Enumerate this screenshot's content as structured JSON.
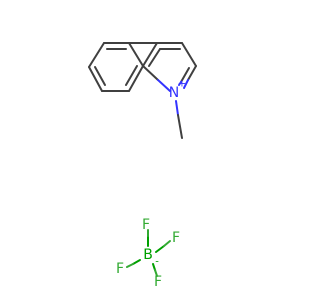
{
  "molecules": {
    "cation": {
      "name": "1-methylquinolinium",
      "atoms": {
        "nitrogen": {
          "symbol": "N",
          "charge": "+"
        }
      }
    },
    "anion": {
      "name": "tetrafluoroborate",
      "atoms": {
        "boron": {
          "symbol": "B",
          "charge": "-"
        },
        "fluorine_top": {
          "symbol": "F"
        },
        "fluorine_right": {
          "symbol": "F"
        },
        "fluorine_left": {
          "symbol": "F"
        },
        "fluorine_bottom": {
          "symbol": "F"
        }
      }
    }
  },
  "colors": {
    "bond": "#404040",
    "carbon_skeleton": "#404040",
    "nitrogen": "#3333ff",
    "boron": "#00a000",
    "fluorine": "#33aa33",
    "background": "#ffffff"
  }
}
